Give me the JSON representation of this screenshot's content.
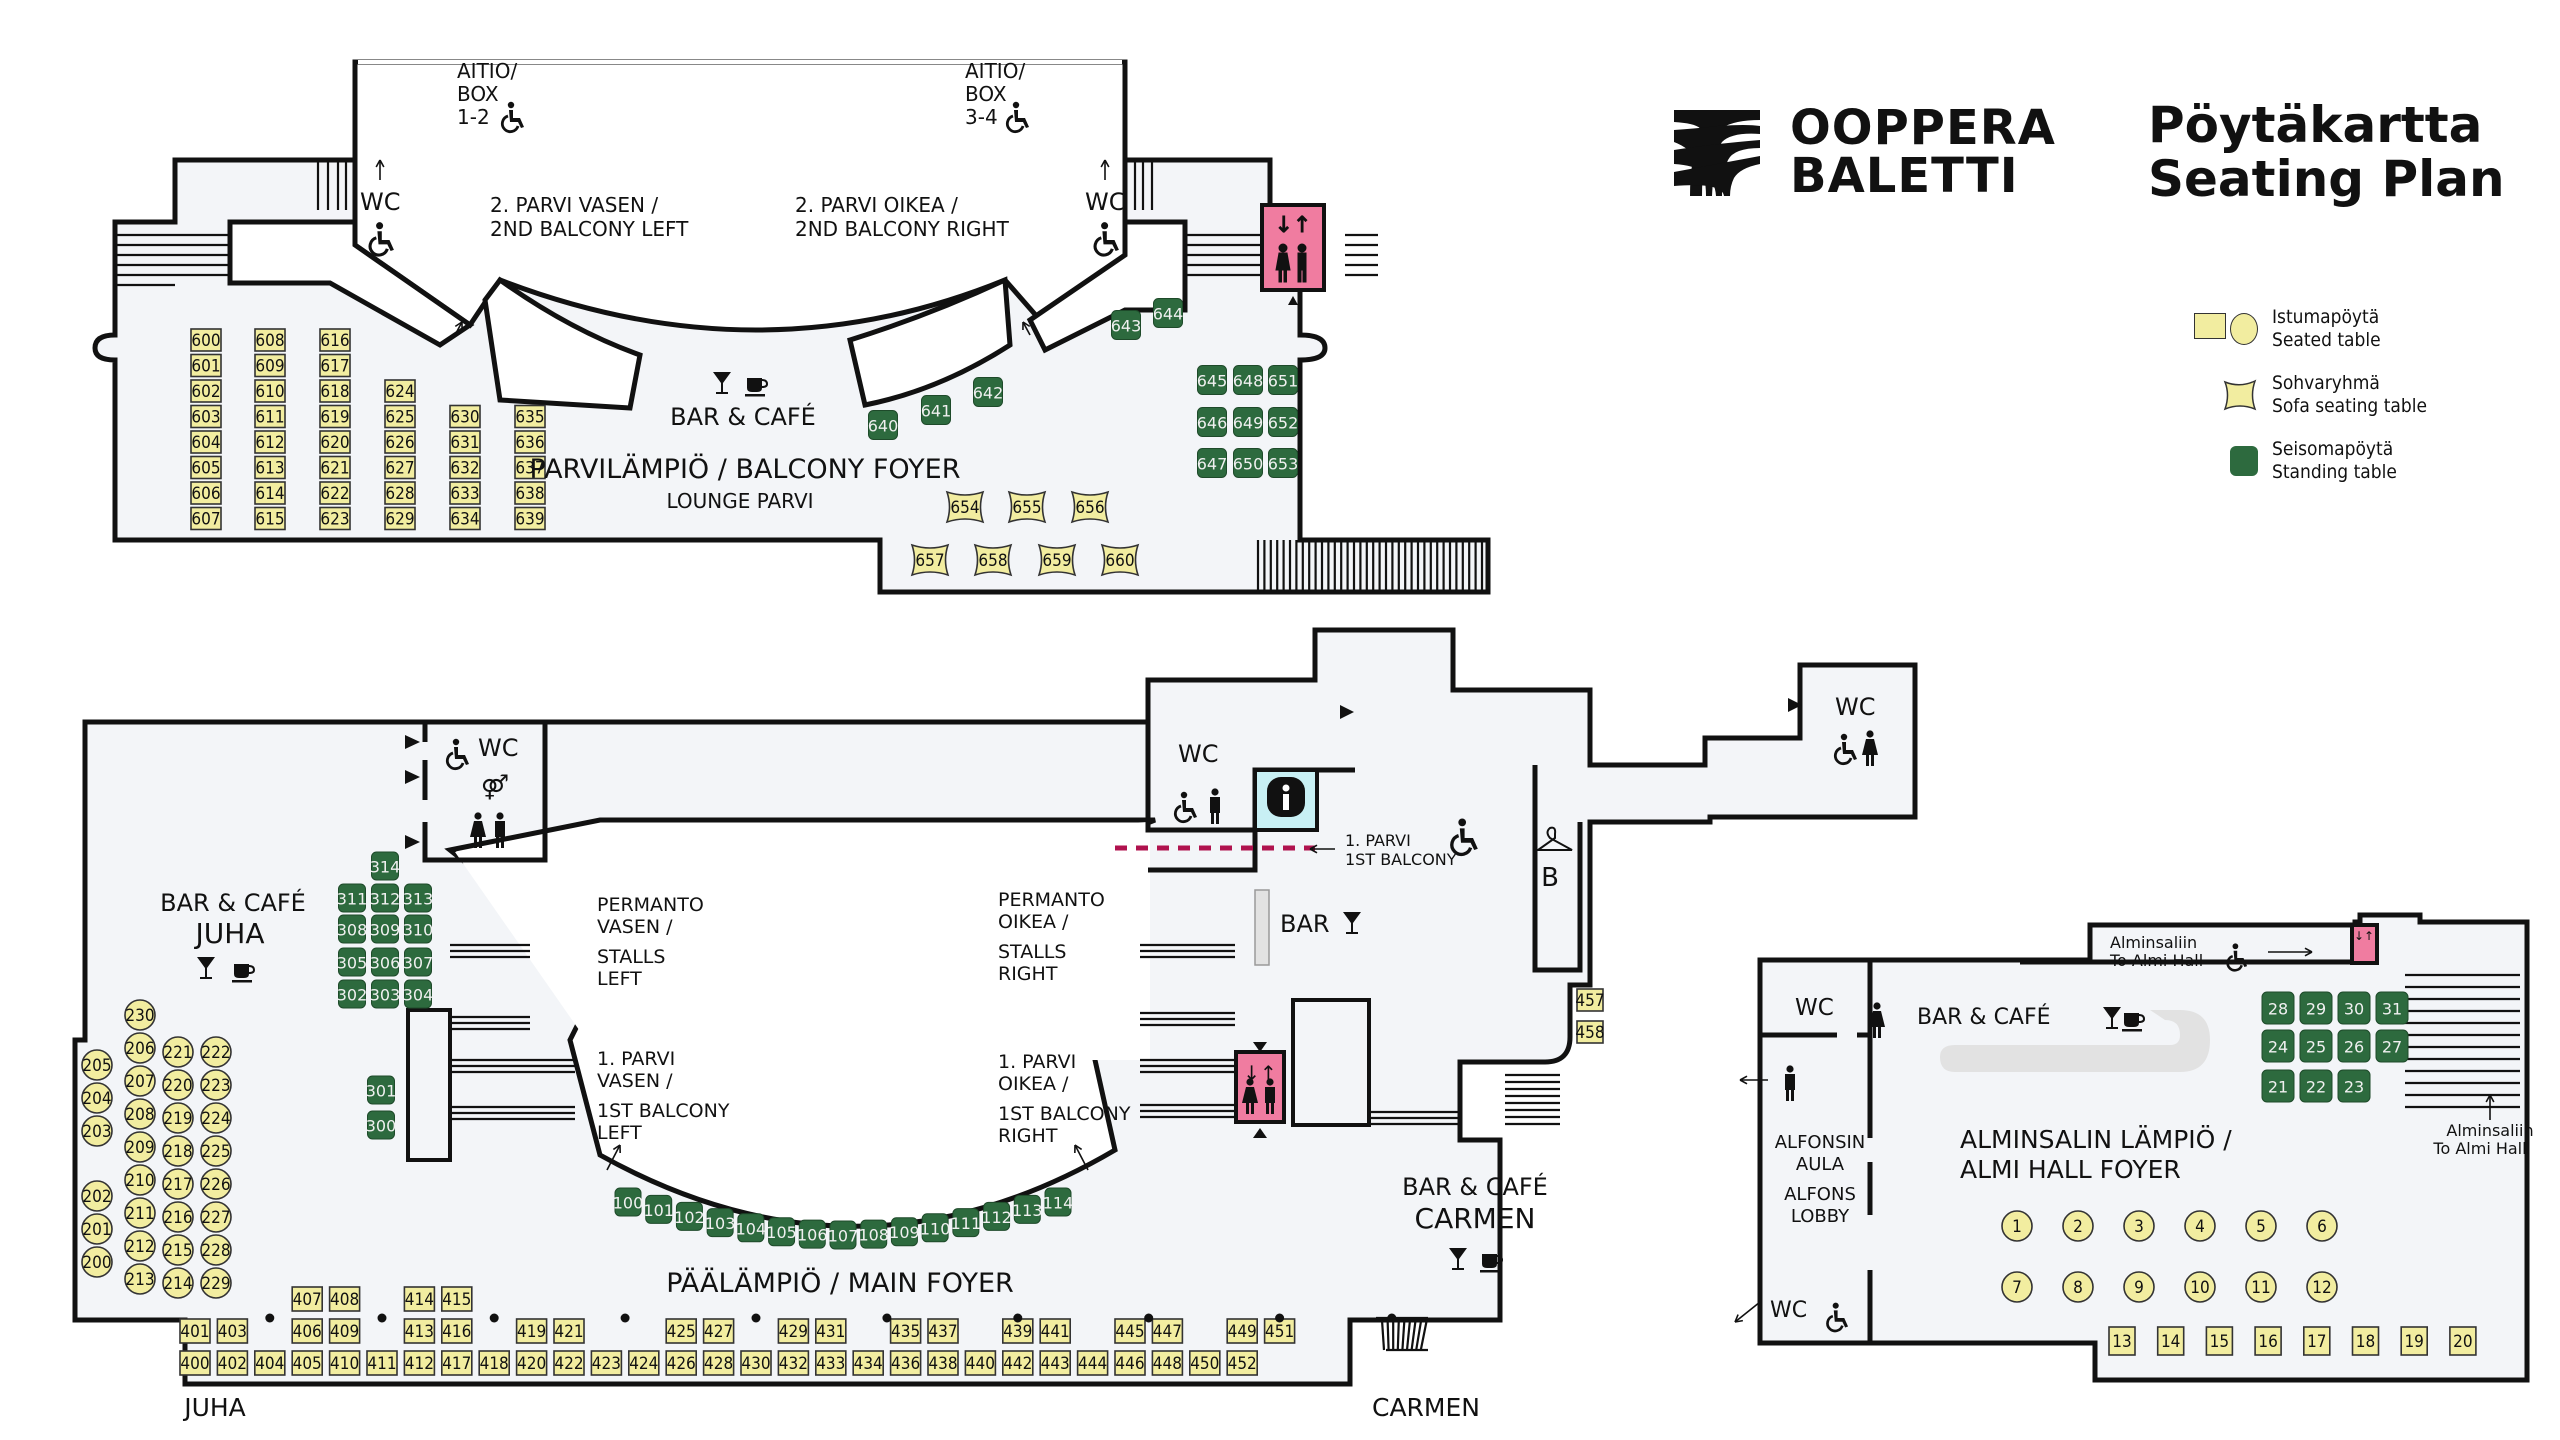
{
  "header": {
    "logo_line1": "OOPPERA",
    "logo_line2": "BALETTI",
    "title_fi": "Pöytäkartta",
    "title_en": "Seating Plan"
  },
  "legend": {
    "items": [
      {
        "key": "seated",
        "fi": "Istumapöytä",
        "en": "Seated table",
        "color": "#f2eda0"
      },
      {
        "key": "sofa",
        "fi": "Sohvaryhmä",
        "en": "Sofa seating table",
        "color": "#f2eda0"
      },
      {
        "key": "standing",
        "fi": "Seisomapöytä",
        "en": "Standing table",
        "color": "#2d6a3e"
      }
    ]
  },
  "colors": {
    "floor": "#f3f5f8",
    "seated": "#f2eda0",
    "standing": "#2d6a3e",
    "lift": "#f07ca0",
    "info": "#c8f0f4",
    "balcony_route": "#b0124e"
  },
  "balcony_foyer": {
    "name": "PARVILÄMPIÖ / BALCONY FOYER",
    "sub": "LOUNGE PARVI",
    "bar_label": "BAR & CAFÉ",
    "box_left": [
      "AITIO/",
      "BOX",
      "1-2"
    ],
    "box_right": [
      "AITIO/",
      "BOX",
      "3-4"
    ],
    "balcony_left": [
      "2. PARVI VASEN /",
      "2ND BALCONY LEFT"
    ],
    "balcony_right": [
      "2. PARVI OIKEA /",
      "2ND BALCONY RIGHT"
    ],
    "wc": "WC",
    "seated_columns": [
      [
        "600",
        "601",
        "602",
        "603",
        "604",
        "605",
        "606",
        "607"
      ],
      [
        "608",
        "609",
        "610",
        "611",
        "612",
        "613",
        "614",
        "615"
      ],
      [
        "616",
        "617",
        "618",
        "619",
        "620",
        "621",
        "622",
        "623"
      ],
      [
        "624",
        "625",
        "626",
        "627",
        "628",
        "629"
      ],
      [
        "630",
        "631",
        "632",
        "633",
        "634"
      ],
      [
        "635",
        "636",
        "637",
        "638",
        "639"
      ]
    ],
    "standing": [
      "640",
      "641",
      "642",
      "643",
      "644",
      "645",
      "646",
      "647",
      "648",
      "649",
      "650",
      "651",
      "652",
      "653"
    ],
    "sofa": [
      "654",
      "655",
      "656",
      "657",
      "658",
      "659",
      "660"
    ]
  },
  "main_foyer": {
    "name": "PÄÄLÄMPIÖ / MAIN FOYER",
    "juha_bar": [
      "BAR & CAFÉ",
      "JUHA"
    ],
    "carmen_bar": [
      "BAR & CAFÉ",
      "CARMEN"
    ],
    "juha_exit": "JUHA",
    "carmen_exit": "CARMEN",
    "bar": "BAR",
    "wc": "WC",
    "wardrobe": "B",
    "stalls_left": [
      "PERMANTO",
      "VASEN /",
      "STALLS",
      "LEFT"
    ],
    "stalls_right": [
      "PERMANTO",
      "OIKEA /",
      "STALLS",
      "RIGHT"
    ],
    "balcony1_left": [
      "1. PARVI",
      "VASEN /",
      "1ST BALCONY",
      "LEFT"
    ],
    "balcony1_right": [
      "1. PARVI",
      "OIKEA /",
      "1ST BALCONY",
      "RIGHT"
    ],
    "balcony1_route": [
      "1. PARVI",
      "1ST BALCONY"
    ],
    "standing_arc": [
      "100",
      "101",
      "102",
      "103",
      "104",
      "105",
      "106",
      "107",
      "108",
      "109",
      "110",
      "111",
      "112",
      "113",
      "114"
    ],
    "standing_juha": [
      "300",
      "301",
      "302",
      "303",
      "304",
      "305",
      "306",
      "307",
      "308",
      "309",
      "310",
      "311",
      "312",
      "313",
      "314"
    ],
    "round_tables": {
      "col_a_upper": [
        "205",
        "204",
        "203"
      ],
      "col_a_lower": [
        "202",
        "201",
        "200"
      ],
      "col_b": [
        "230",
        "206",
        "207",
        "208",
        "209",
        "210",
        "211",
        "212",
        "213"
      ],
      "col_c": [
        "221",
        "220",
        "219",
        "218",
        "217",
        "216",
        "215",
        "214"
      ],
      "col_d": [
        "222",
        "223",
        "224",
        "225",
        "226",
        "227",
        "228",
        "229"
      ]
    },
    "row_top": [
      "407",
      "408",
      "414",
      "415"
    ],
    "row_mid": [
      "401",
      "403",
      "406",
      "409",
      "413",
      "416",
      "419",
      "421",
      "425",
      "427",
      "429",
      "431",
      "435",
      "437",
      "439",
      "441",
      "445",
      "447",
      "449",
      "451"
    ],
    "row_bottom": [
      "400",
      "402",
      "404",
      "405",
      "410",
      "411",
      "412",
      "417",
      "418",
      "420",
      "422",
      "423",
      "424",
      "426",
      "428",
      "430",
      "432",
      "433",
      "434",
      "436",
      "438",
      "440",
      "442",
      "443",
      "444",
      "446",
      "448",
      "450",
      "452"
    ],
    "side_tables": [
      "457",
      "458"
    ]
  },
  "almi_foyer": {
    "name": [
      "ALMINSALIN LÄMPIÖ /",
      "ALMI HALL FOYER"
    ],
    "bar_label": "BAR & CAFÉ",
    "lobby": [
      "ALFONSIN",
      "AULA",
      "ALFONS",
      "LOBBY"
    ],
    "wc": "WC",
    "to_almi_top": [
      "Alminsaliin",
      "To Almi Hall"
    ],
    "to_almi_right": [
      "Alminsaliin",
      "To Almi Hall"
    ],
    "standing": [
      "28",
      "29",
      "30",
      "31",
      "24",
      "25",
      "26",
      "27",
      "21",
      "22",
      "23"
    ],
    "round_row1": [
      "1",
      "2",
      "3",
      "4",
      "5",
      "6"
    ],
    "round_row2": [
      "7",
      "8",
      "9",
      "10",
      "11",
      "12"
    ],
    "square_row": [
      "13",
      "14",
      "15",
      "16",
      "17",
      "18",
      "19",
      "20"
    ]
  }
}
